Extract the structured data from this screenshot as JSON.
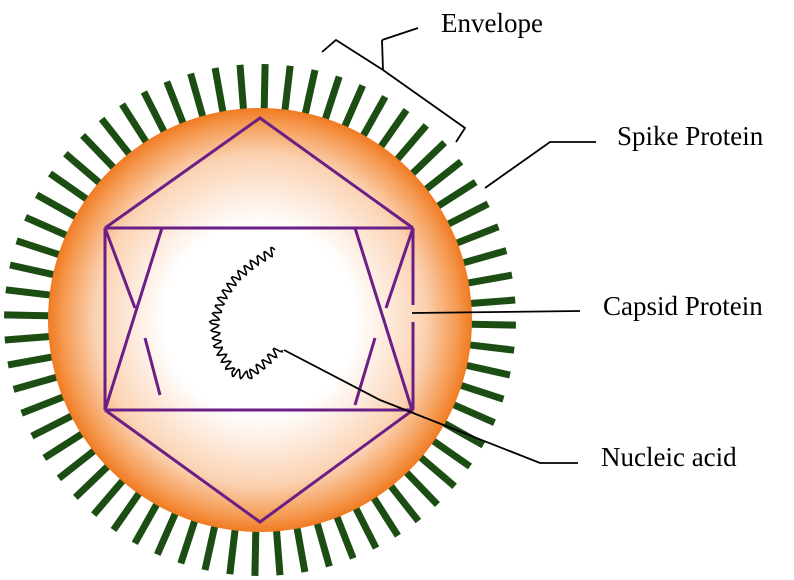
{
  "labels": {
    "envelope": "Envelope",
    "spike_protein": "Spike Protein",
    "capsid_protein": "Capsid Protein",
    "nucleic_acid": "Nucleic acid"
  },
  "colors": {
    "envelope_outer": "#f07b22",
    "envelope_inner": "#ffffff",
    "spike": "#1c4d12",
    "capsid": "#6b1f86",
    "line": "#000000"
  },
  "icons": {
    "spike": "spike-protein-icon",
    "capsid": "capsid-icon",
    "nucleic_acid": "nucleic-acid-strand-icon"
  }
}
